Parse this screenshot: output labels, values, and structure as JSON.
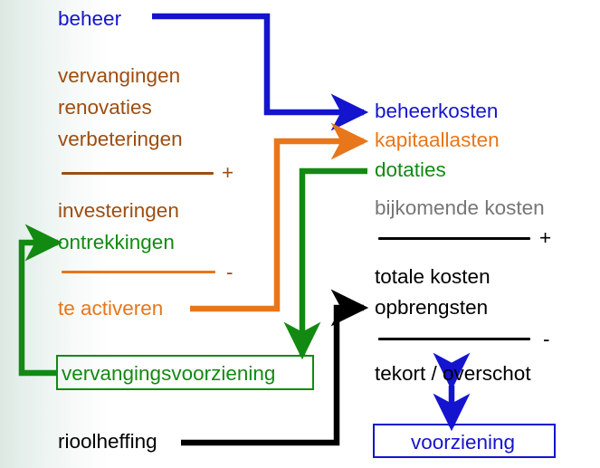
{
  "diagram": {
    "title": "Rioolheffing kostenopbouw schema",
    "background_gradient": [
      "#dce8e2",
      "#ffffff"
    ],
    "colors": {
      "blue": "#1414CF",
      "brown": "#9E4D10",
      "orange": "#E8761A",
      "green": "#128A12",
      "grey": "#767676",
      "black": "#000000"
    },
    "left_column": {
      "beheer": "beheer",
      "vervangingen": "vervangingen",
      "renovaties": "renovaties",
      "verbeteringen": "verbeteringen",
      "sign_plus": "+",
      "investeringen": "investeringen",
      "ontrekkingen": "ontrekkingen",
      "sign_minus": "-",
      "te_activeren": "te activeren",
      "vervangingsvoorziening": "vervangingsvoorziening",
      "rioolheffing": "rioolheffing"
    },
    "right_column": {
      "beheerkosten": "beheerkosten",
      "kapitaallasten": "kapitaallasten",
      "dotaties": "dotaties",
      "bijkomende_kosten": "bijkomende kosten",
      "sign_plus": "+",
      "totale_kosten": "totale kosten",
      "opbrengsten": "opbrengsten",
      "sign_minus": "-",
      "tekort_overschot": "tekort / overschot",
      "voorziening": "voorziening"
    },
    "connectors": [
      {
        "name": "beheer-to-beheerkosten",
        "color": "#1414CF",
        "style": "elbow-arrow"
      },
      {
        "name": "te-activeren-to-kapitaallasten",
        "color": "#E8761A",
        "style": "elbow-arrow"
      },
      {
        "name": "dotaties-to-vervangingsvoorziening",
        "color": "#128A12",
        "style": "elbow-arrow"
      },
      {
        "name": "vervangingsvoorziening-to-ontrekkingen",
        "color": "#128A12",
        "style": "elbow-arrow"
      },
      {
        "name": "rioolheffing-to-opbrengsten",
        "color": "#000000",
        "style": "elbow-arrow"
      },
      {
        "name": "tekort-overschot-to-voorziening",
        "color": "#1414CF",
        "style": "double-arrow"
      }
    ]
  }
}
